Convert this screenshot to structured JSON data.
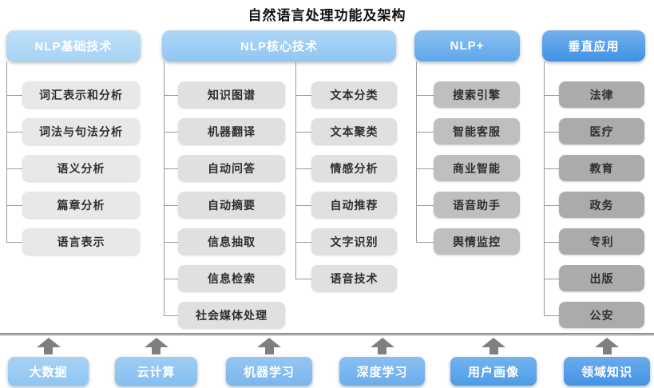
{
  "title": "自然语言处理功能及架构",
  "colors": {
    "header_blues": [
      "#A6D3F5",
      "#90C6F3",
      "#5FA8EA",
      "#3F92E5"
    ],
    "item_grays": [
      "#E8E8E8",
      "#E0E0E0",
      "#BFBFBF",
      "#ABABAB"
    ],
    "foundation_blues": [
      "#8FC6F2",
      "#84BFF0",
      "#79B6EE",
      "#6AADEC",
      "#4D9DE8",
      "#4394E6"
    ],
    "connector": "#999999",
    "arrow": "#7F7F7F",
    "header_text": "#FFFFFF",
    "item_text": "#2F2F2F"
  },
  "columns": [
    {
      "header": "NLP基础技术",
      "items": [
        "词汇表示和分析",
        "词法与句法分析",
        "语义分析",
        "篇章分析",
        "语言表示"
      ]
    },
    {
      "header": "NLP核心技术",
      "items_left": [
        "知识图谱",
        "机器翻译",
        "自动问答",
        "自动摘要",
        "信息抽取",
        "信息检索",
        "社会媒体处理"
      ],
      "items_right": [
        "文本分类",
        "文本聚类",
        "情感分析",
        "自动推荐",
        "文字识别",
        "语音技术"
      ]
    },
    {
      "header": "NLP+",
      "items": [
        "搜索引擎",
        "智能客服",
        "商业智能",
        "语音助手",
        "舆情监控"
      ]
    },
    {
      "header": "垂直应用",
      "items": [
        "法律",
        "医疗",
        "教育",
        "政务",
        "专利",
        "出版",
        "公安"
      ]
    }
  ],
  "foundations": [
    "大数据",
    "云计算",
    "机器学习",
    "深度学习",
    "用户画像",
    "领域知识"
  ]
}
